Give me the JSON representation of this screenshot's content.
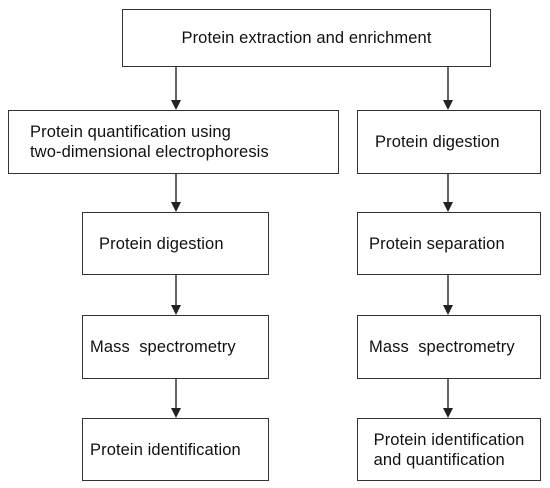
{
  "diagram": {
    "top": {
      "label": "Protein extraction and enrichment"
    },
    "left_branch": [
      {
        "label": "Protein quantification using\ntwo-dimensional electrophoresis"
      },
      {
        "label": "Protein digestion"
      },
      {
        "label": "Mass  spectrometry"
      },
      {
        "label": "Protein identification"
      }
    ],
    "right_branch": [
      {
        "label": "Protein digestion"
      },
      {
        "label": "Protein separation"
      },
      {
        "label": "Mass  spectrometry"
      },
      {
        "label": "Protein identification\nand quantification"
      }
    ]
  }
}
